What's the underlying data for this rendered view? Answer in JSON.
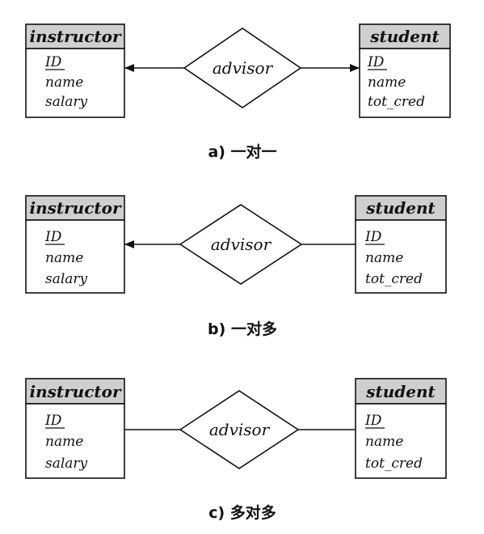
{
  "diagrams": [
    {
      "left_entity": {
        "name": "instructor",
        "attributes": [
          "ID",
          "name",
          "salary"
        ],
        "primary_key": "ID"
      },
      "relationship": "advisor",
      "right_entity": {
        "name": "student",
        "attributes": [
          "ID",
          "name",
          "tot_cred"
        ],
        "primary_key": "ID"
      },
      "left_arrow": true,
      "right_arrow": true,
      "caption": "a) 一对一"
    },
    {
      "left_entity": {
        "name": "instructor",
        "attributes": [
          "ID",
          "name",
          "salary"
        ],
        "primary_key": "ID"
      },
      "relationship": "advisor",
      "right_entity": {
        "name": "student",
        "attributes": [
          "ID",
          "name",
          "tot_cred"
        ],
        "primary_key": "ID"
      },
      "left_arrow": true,
      "right_arrow": false,
      "caption": "b) 一对多"
    },
    {
      "left_entity": {
        "name": "instructor",
        "attributes": [
          "ID",
          "name",
          "salary"
        ],
        "primary_key": "ID"
      },
      "relationship": "advisor",
      "right_entity": {
        "name": "student",
        "attributes": [
          "ID",
          "name",
          "tot_cred"
        ],
        "primary_key": "ID"
      },
      "left_arrow": false,
      "right_arrow": false,
      "caption": "c) 多对多"
    }
  ]
}
